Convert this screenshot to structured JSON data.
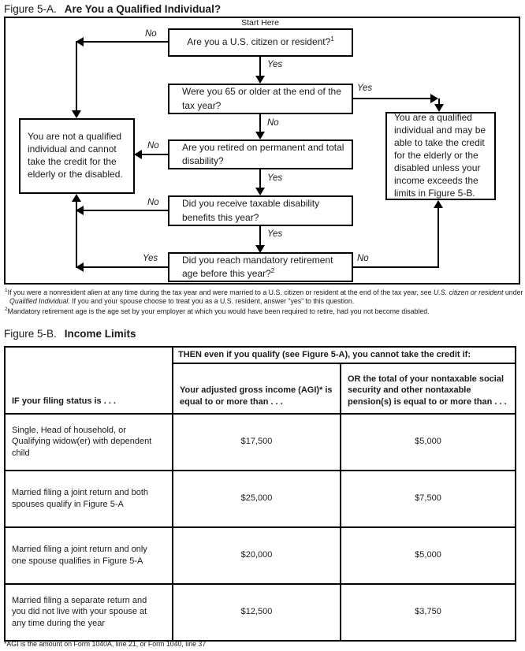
{
  "colors": {
    "ink": "#1a1a1a",
    "line": "#000000",
    "paper": "#ffffff"
  },
  "figure_5a": {
    "label": "Figure 5-A.",
    "title": "Are You a Qualified Individual?",
    "start_here": "Start Here",
    "labels": {
      "yes": "Yes",
      "no": "No"
    },
    "questions": {
      "q1": "Are you a U.S. citizen or resident?",
      "q1_sup": "1",
      "q2": "Were you 65 or older at the end of the tax year?",
      "q3": "Are you retired on permanent and total disability?",
      "q4": "Did you receive taxable disability benefits this year?",
      "q5": "Did you reach mandatory retirement age before this year?",
      "q5_sup": "2"
    },
    "outcomes": {
      "not_qualified": "You are not a qualified individual and cannot take the credit for the elderly or the disabled.",
      "qualified": "You are a qualified individual and may be able to take the credit for the elderly or the disabled unless your income exceeds the limits in Figure 5-B."
    },
    "footnote1": {
      "sup": "1",
      "pre": "If you were a nonresident alien at any time during the tax year and were married to a U.S. citizen or resident at the end of the tax year, see ",
      "italic1": "U.S. citizen or resident",
      "mid": " under ",
      "italic2": "Qualified Individual.",
      "post": " If you and your spouse choose to treat you as a U.S. resident, answer “yes” to this question."
    },
    "footnote2": {
      "sup": "2",
      "text": "Mandatory retirement age is the age set by your employer at which you would have been required to retire, had you not become disabled."
    }
  },
  "figure_5b": {
    "label": "Figure 5-B.",
    "title": "Income Limits",
    "table": {
      "col1_header": "IF your filing status is . . .",
      "then_header": "THEN even if you qualify (see Figure 5-A), you cannot take the credit if:",
      "agi_header": "Your adjusted gross income (AGI)* is equal to or more than . . .",
      "nontaxable_header": "OR the total of your nontaxable social security and other nontaxable pension(s) is equal to or more than . . .",
      "rows": [
        {
          "status": "Single, Head of household, or Qualifying widow(er) with dependent child",
          "agi": "$17,500",
          "nontaxable": "$5,000"
        },
        {
          "status": "Married filing a joint return and both spouses qualify in Figure 5-A",
          "agi": "$25,000",
          "nontaxable": "$7,500"
        },
        {
          "status": "Married filing a joint return and only one spouse qualifies in Figure 5-A",
          "agi": "$20,000",
          "nontaxable": "$5,000"
        },
        {
          "status": "Married filing a separate return and you did not live with your spouse at any time during the year",
          "agi": "$12,500",
          "nontaxable": "$3,750"
        }
      ]
    },
    "footnote": "*AGI is the amount on Form 1040A, line 21, or Form 1040, line 37"
  }
}
